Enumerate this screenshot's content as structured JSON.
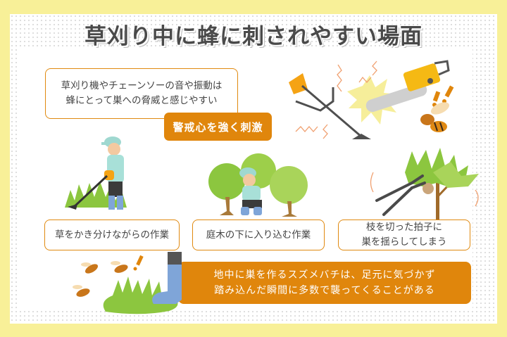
{
  "title": "草刈り中に蜂に刺されやすい場面",
  "top_box": {
    "line1": "草刈り機やチェーンソーの音や振動は",
    "line2": "蜂にとって巣への脅威と感じやすい"
  },
  "highlight_label": "警戒心を強く刺激",
  "scenes": [
    {
      "label_line1": "草をかき分けながらの作業",
      "label_line2": ""
    },
    {
      "label_line1": "庭木の下に入り込む作業",
      "label_line2": ""
    },
    {
      "label_line1": "枝を切った拍子に",
      "label_line2": "巣を揺らしてしまう"
    }
  ],
  "bottom_box": {
    "line1": "地中に巣を作るスズメバチは、足元に気づかず",
    "line2": "踏み込んだ瞬間に多数で襲ってくることがある"
  },
  "colors": {
    "background": "#f8f098",
    "accent_orange": "#e0860c",
    "title_text": "#4a4a4a",
    "grass_green": "#8cc63f"
  }
}
